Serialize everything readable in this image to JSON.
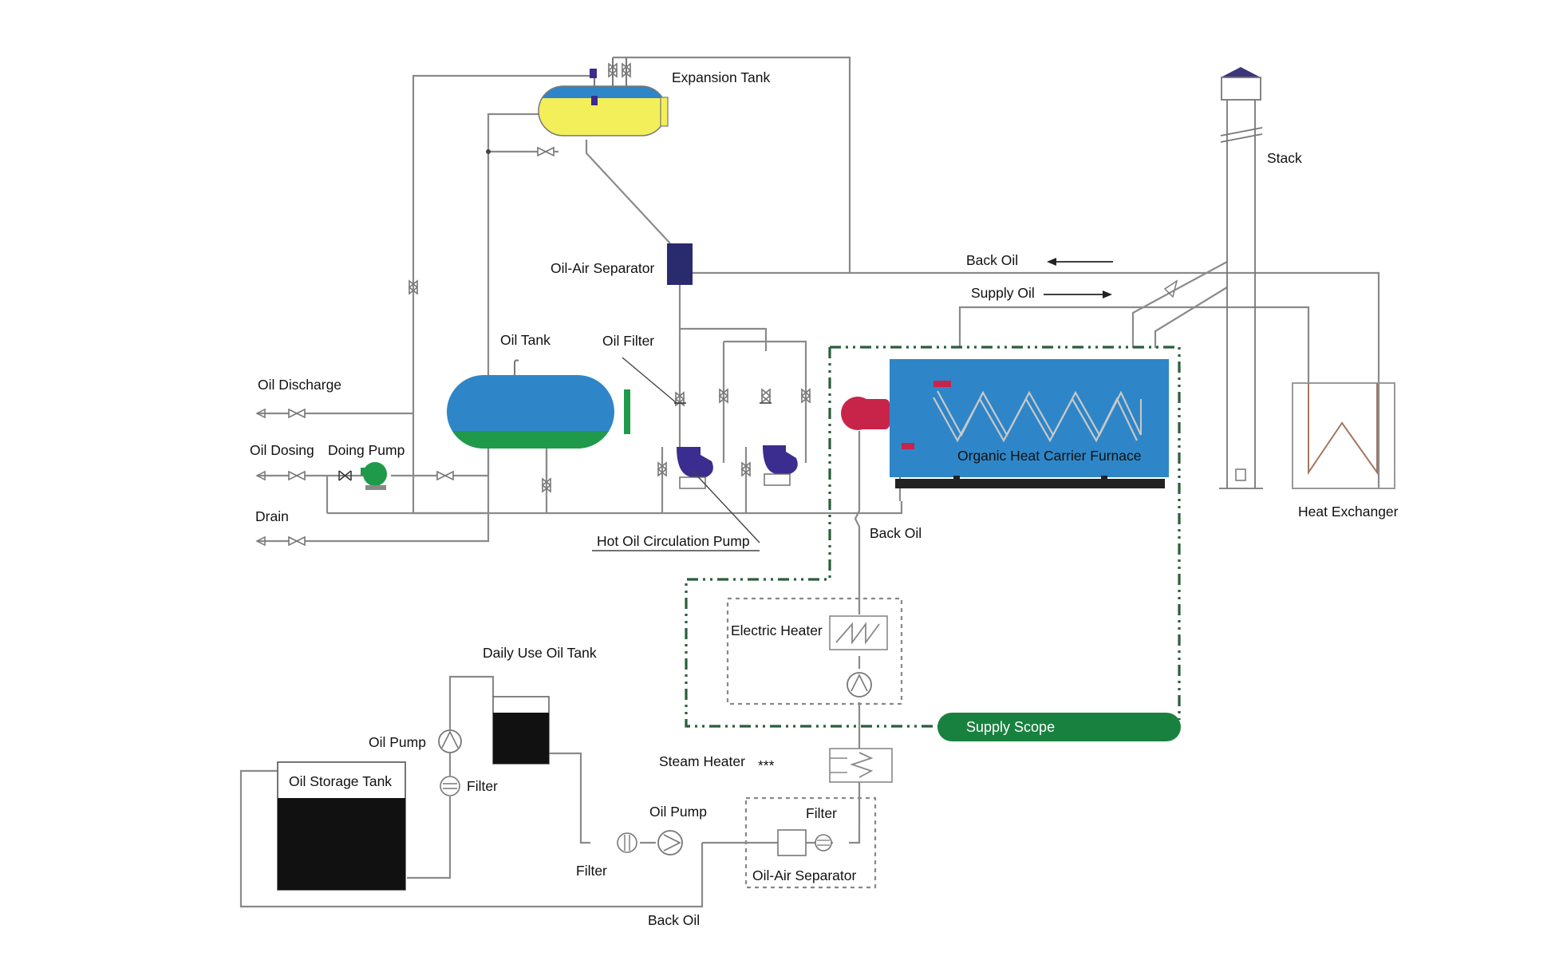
{
  "labels": {
    "expansion_tank": "Expansion Tank",
    "stack": "Stack",
    "back_oil_top": "Back Oil",
    "supply_oil": "Supply Oil",
    "oil_air_separator_top": "Oil-Air Separator",
    "oil_tank": "Oil Tank",
    "oil_filter": "Oil Filter",
    "oil_discharge": "Oil Discharge",
    "oil_dosing": "Oil Dosing",
    "doing_pump": "Doing Pump",
    "drain": "Drain",
    "organic_heat_carrier_furnace": "Organic Heat Carrier Furnace",
    "hot_oil_circulation_pump": "Hot Oil Circulation Pump",
    "back_oil_mid": "Back Oil",
    "heat_exchanger": "Heat Exchanger",
    "electric_heater": "Electric Heater",
    "daily_use_oil_tank": "Daily Use Oil Tank",
    "oil_pump_left": "Oil Pump",
    "supply_scope": "Supply Scope",
    "steam_heater": "Steam Heater",
    "steam_marks": "***",
    "oil_storage_tank": "Oil Storage Tank",
    "filter_left": "Filter",
    "oil_pump_bottom": "Oil Pump",
    "filter_right": "Filter",
    "filter_bottom": "Filter",
    "oil_air_separator_bottom": "Oil-Air Separator",
    "back_oil_bottom": "Back Oil"
  },
  "colors": {
    "tank_blue": "#2e86c8",
    "tank_green": "#1f9a4a",
    "tank_yellow": "#f3ef5a",
    "pump_purple": "#3b2d8f",
    "burner_red": "#c8244a",
    "furnace_blue": "#2e86c8",
    "separator_navy": "#2a2a6e",
    "scope_green": "#19813f",
    "stack_cap": "#3d3778",
    "tank_black": "#111111"
  }
}
